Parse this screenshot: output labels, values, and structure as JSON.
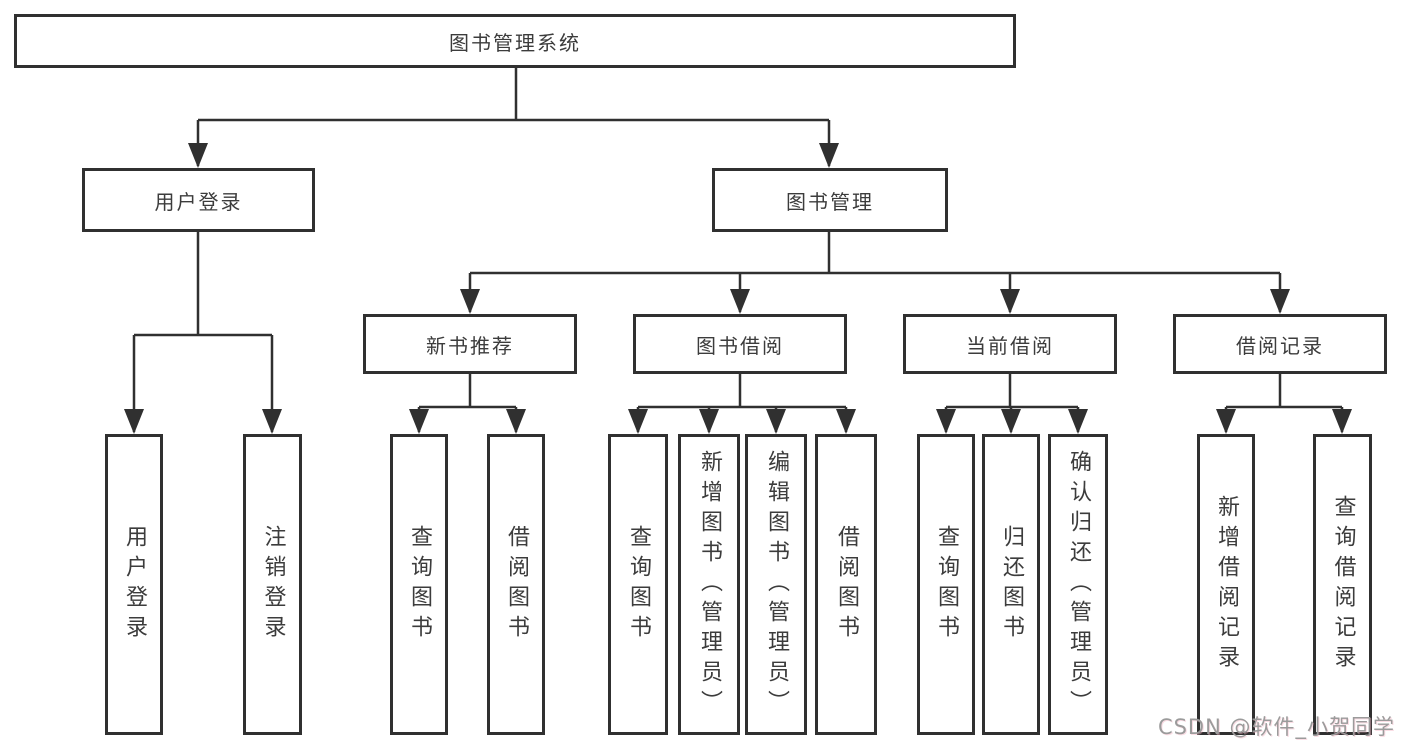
{
  "colors": {
    "line": "#303030",
    "box_border": "#303030",
    "text": "#3c3c3c",
    "background": "#ffffff",
    "watermark": "#9b9b9b"
  },
  "tree": {
    "root": {
      "label": "图书管理系统"
    },
    "branches": [
      {
        "label": "用户登录",
        "leaves": [
          {
            "label": "用户登录"
          },
          {
            "label": "注销登录"
          }
        ]
      },
      {
        "label": "图书管理",
        "children": [
          {
            "label": "新书推荐",
            "leaves": [
              {
                "label": "查询图书"
              },
              {
                "label": "借阅图书"
              }
            ]
          },
          {
            "label": "图书借阅",
            "leaves": [
              {
                "label": "查询图书"
              },
              {
                "label": "新增图书（管理员）"
              },
              {
                "label": "编辑图书（管理员）"
              },
              {
                "label": "借阅图书"
              }
            ]
          },
          {
            "label": "当前借阅",
            "leaves": [
              {
                "label": "查询图书"
              },
              {
                "label": "归还图书"
              },
              {
                "label": "确认归还（管理员）"
              }
            ]
          },
          {
            "label": "借阅记录",
            "leaves": [
              {
                "label": "新增借阅记录"
              },
              {
                "label": "查询借阅记录"
              }
            ]
          }
        ]
      }
    ]
  },
  "watermark": {
    "text": "CSDN @软件_小贺同学"
  }
}
